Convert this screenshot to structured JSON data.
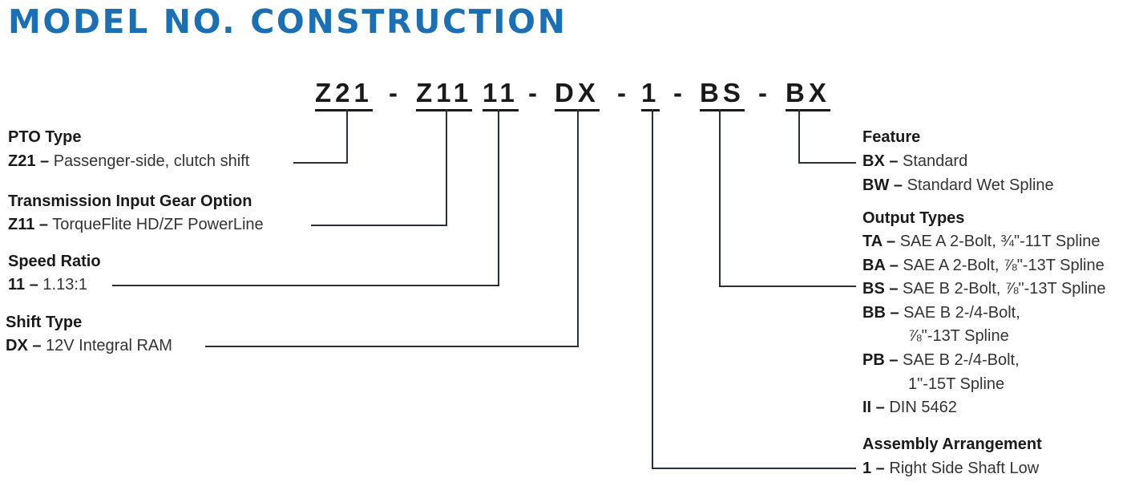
{
  "title": "MODEL NO. CONSTRUCTION",
  "colors": {
    "title": "#1a6fb5",
    "line": "#2a2f3a",
    "text": "#333333"
  },
  "model": {
    "pto": "Z21",
    "sep1": "-",
    "gear": "Z11",
    "ratio": "11",
    "sep2": "-",
    "shift": "DX",
    "sep3": "-",
    "assembly": "1",
    "sep4": "-",
    "output": "BS",
    "sep5": "-",
    "feature": "BX"
  },
  "left": {
    "pto": {
      "heading": "PTO Type",
      "code": "Z21 –",
      "desc": "Passenger-side, clutch shift"
    },
    "gear": {
      "heading": "Transmission Input Gear Option",
      "code": "Z11 –",
      "desc": "TorqueFlite HD/ZF PowerLine"
    },
    "ratio": {
      "heading": "Speed Ratio",
      "code": "11 –",
      "desc": "1.13:1"
    },
    "shift": {
      "heading": "Shift Type",
      "code": "DX –",
      "desc": "12V Integral RAM"
    }
  },
  "right": {
    "feature": {
      "heading": "Feature",
      "items": [
        {
          "code": "BX –",
          "desc": "Standard"
        },
        {
          "code": "BW –",
          "desc": "Standard Wet Spline"
        }
      ]
    },
    "output": {
      "heading": "Output Types",
      "items": [
        {
          "code": "TA –",
          "desc": "SAE A 2-Bolt, ¾\"-11T Spline"
        },
        {
          "code": "BA –",
          "desc": "SAE A 2-Bolt, ⅞\"-13T Spline"
        },
        {
          "code": "BS –",
          "desc": "SAE B 2-Bolt, ⅞\"-13T Spline"
        },
        {
          "code": "BB –",
          "desc": "SAE B 2-/4-Bolt,",
          "desc2": "⅞\"-13T Spline"
        },
        {
          "code": "PB –",
          "desc": "SAE B 2-/4-Bolt,",
          "desc2": "1\"-15T Spline"
        },
        {
          "code": "II –",
          "desc": "DIN 5462"
        }
      ]
    },
    "assembly": {
      "heading": "Assembly Arrangement",
      "code": "1 –",
      "desc": "Right Side Shaft Low"
    }
  }
}
